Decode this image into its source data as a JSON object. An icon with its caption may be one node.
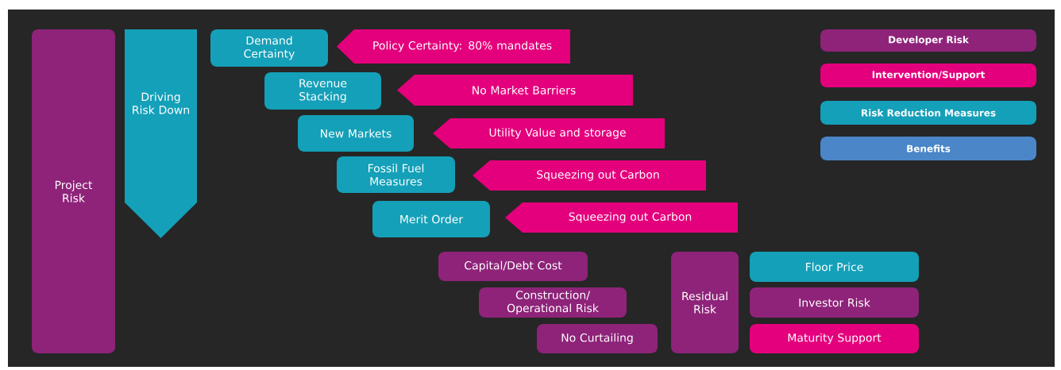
{
  "diagram": {
    "nodes": [
      {
        "text": [
          "Project Risk"
        ]
      },
      {
        "text": [
          "Driving Risk Down"
        ]
      },
      {
        "text": [
          "Demand Certainty"
        ]
      },
      {
        "text": [
          "Policy Certainty: 80% mandates"
        ]
      },
      {
        "text": [
          "Revenue Stacking"
        ]
      },
      {
        "text": [
          "No Market Barriers"
        ]
      },
      {
        "text": [
          "New Markets"
        ]
      },
      {
        "text": [
          "Utility Value and storage"
        ]
      },
      {
        "text": [
          "Fossil Fuel Measures"
        ]
      },
      {
        "text": [
          "Squeezing out Carbon"
        ]
      },
      {
        "text": [
          "Merit Order"
        ]
      },
      {
        "text": [
          "Squeezing out Carbon"
        ]
      },
      {
        "text": [
          "Capital/Debt Cost"
        ]
      },
      {
        "text": [
          "Construction/ Operational Risk"
        ]
      },
      {
        "text": [
          "No Curtailing"
        ]
      },
      {
        "text": [
          "Residual Risk"
        ]
      },
      {
        "text": [
          "Floor Price"
        ]
      },
      {
        "text": [
          "Investor Risk"
        ]
      },
      {
        "text": [
          "Maturity Support"
        ]
      }
    ],
    "legend": [
      {
        "text": "Developer Risk",
        "color": "#8e2379"
      },
      {
        "text": "Intervention/Support",
        "color": "#e4007c"
      },
      {
        "text": "Risk Reduction Measures",
        "color": "#14a0b8"
      },
      {
        "text": "Benefits",
        "color": "#4a86c8"
      }
    ]
  }
}
